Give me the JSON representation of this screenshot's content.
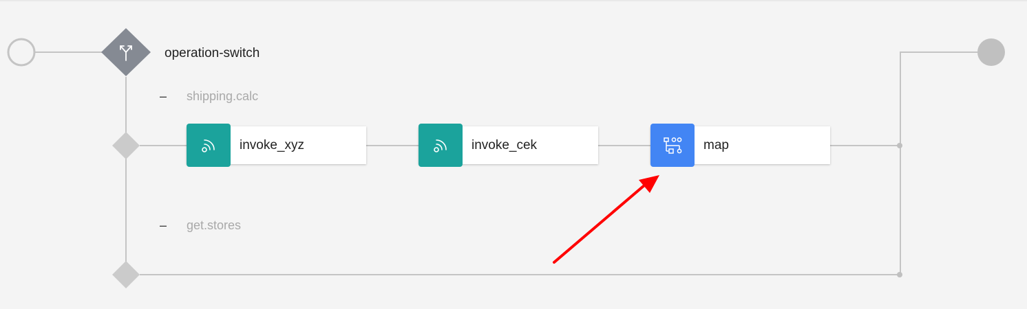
{
  "flow": {
    "switch": {
      "label": "operation-switch",
      "icon": "split-icon"
    },
    "branches": [
      {
        "label": "shipping.calc",
        "collapse_symbol": "–",
        "steps": [
          {
            "label": "invoke_xyz",
            "icon": "rss-icon",
            "color": "#1ba39c"
          },
          {
            "label": "invoke_cek",
            "icon": "rss-icon",
            "color": "#1ba39c"
          },
          {
            "label": "map",
            "icon": "mapper-icon",
            "color": "#4285f4"
          }
        ]
      },
      {
        "label": "get.stores",
        "collapse_symbol": "–",
        "steps": []
      }
    ]
  },
  "colors": {
    "background": "#f4f4f4",
    "connector": "#c4c4c4",
    "switch_node": "#858a93",
    "branch_node": "#cbcbcb",
    "end_node": "#c0c0c0",
    "annotation_arrow": "#ff0000"
  }
}
